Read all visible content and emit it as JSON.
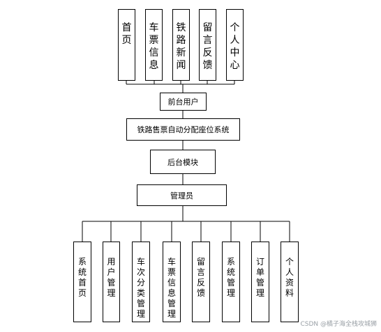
{
  "top_modules": [
    {
      "label": "首页"
    },
    {
      "label": "车票信息"
    },
    {
      "label": "铁路新闻"
    },
    {
      "label": "留言反馈"
    },
    {
      "label": "个人中心"
    }
  ],
  "front_user": "前台用户",
  "system_name": "铁路售票自动分配座位系统",
  "backend_module": "后台模块",
  "admin": "管理员",
  "bottom_modules": [
    {
      "label": "系统首页"
    },
    {
      "label": "用户管理"
    },
    {
      "label": "车次分类管理"
    },
    {
      "label": "车票信息管理"
    },
    {
      "label": "留言反馈"
    },
    {
      "label": "系统管理"
    },
    {
      "label": "订单管理"
    },
    {
      "label": "个人资料"
    }
  ],
  "watermark": "CSDN @橘子海全栈攻城狮"
}
